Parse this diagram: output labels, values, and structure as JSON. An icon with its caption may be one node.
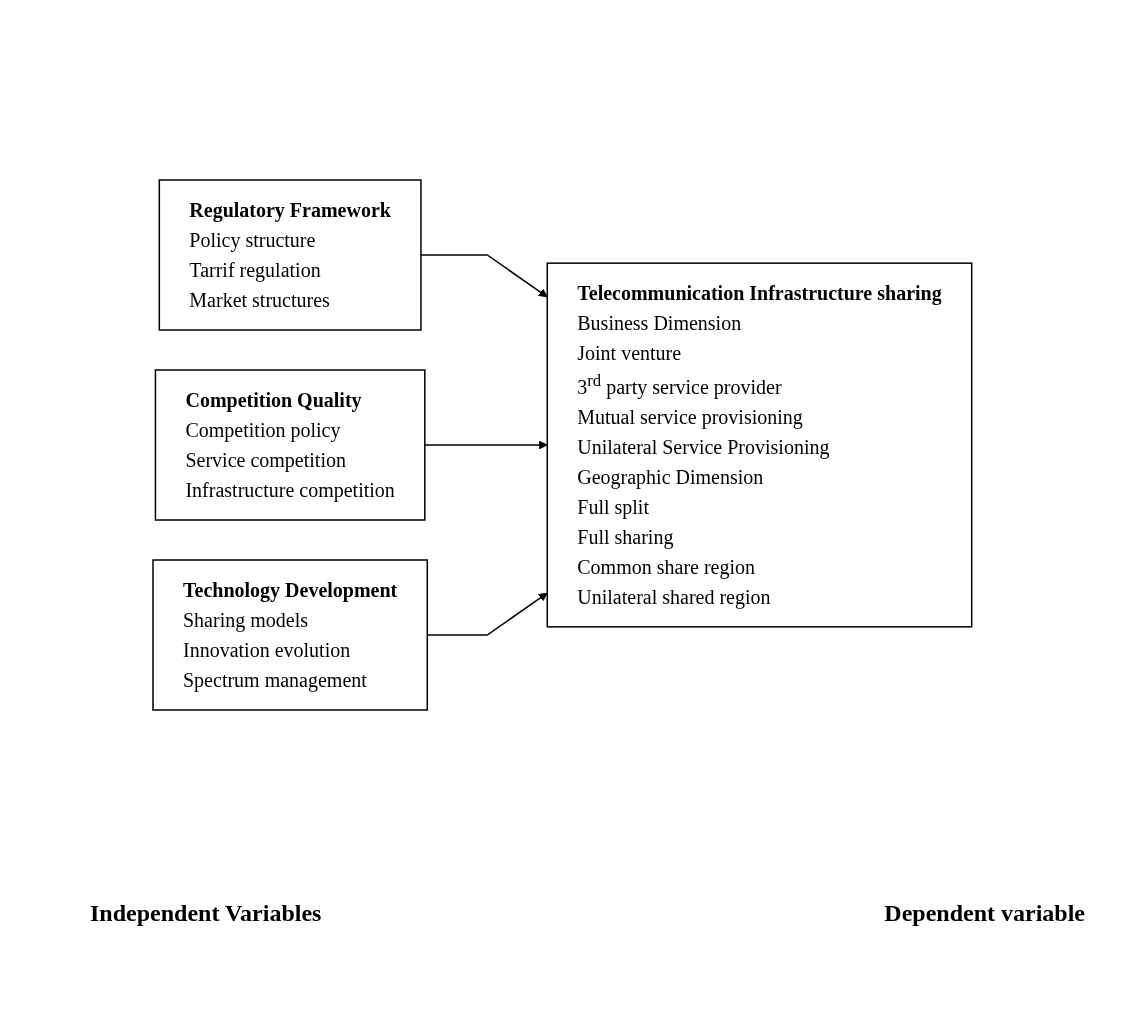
{
  "diagram": {
    "nodes": [
      {
        "text": [
          "Regulatory Framework",
          "Policy structure",
          "Tarrif regulation",
          "Market structures"
        ]
      },
      {
        "text": [
          "Competition Quality",
          "Competition policy",
          "Service competition",
          "Infrastructure competition"
        ]
      },
      {
        "text": [
          "Technology Development",
          "Sharing models",
          "Innovation evolution",
          "Spectrum management"
        ]
      },
      {
        "text": [
          "Telecommunication Infrastructure sharing",
          "Business Dimension",
          "Joint venture",
          "3$^{rd}$ party service provider",
          "Mutual service provisioning",
          "Unilateral Service Provisioning",
          "Geographic Dimension",
          "Full split",
          "Full sharing",
          "Common share region",
          "Unilateral shared region"
        ]
      }
    ],
    "edges": [
      {
        "from": 0,
        "to": 3,
        "arrow": "to"
      },
      {
        "from": 1,
        "to": 3,
        "arrow": "to"
      },
      {
        "from": 2,
        "to": 3,
        "arrow": "to"
      }
    ],
    "labels": [
      "Independent Variables",
      "Dependent variable"
    ]
  }
}
